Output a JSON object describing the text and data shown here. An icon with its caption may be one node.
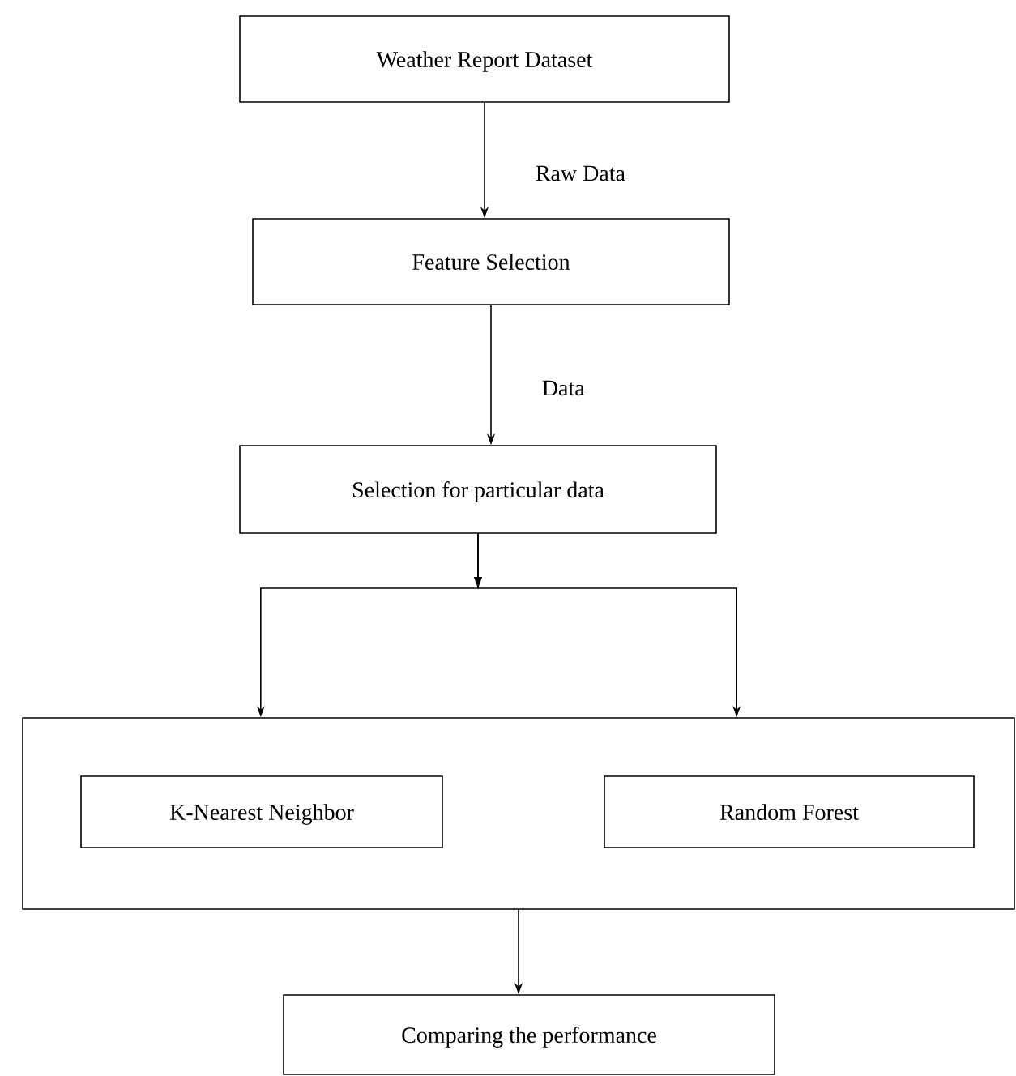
{
  "diagram": {
    "nodes": [
      {
        "text": [
          "Weather Report Dataset"
        ]
      },
      {
        "text": [
          "Feature Selection"
        ]
      },
      {
        "text": [
          "Selection for particular data"
        ]
      },
      {
        "text": [],
        "shape": "box"
      },
      {
        "text": [
          "K-Nearest Neighbor"
        ],
        "in": 3
      },
      {
        "text": [
          "Random Forest"
        ],
        "in": 3
      },
      {
        "text": [
          "Comparing the performance"
        ]
      }
    ],
    "edges": [
      {
        "from": 0,
        "to": 1,
        "arrow": "to",
        "label": "Raw Data"
      },
      {
        "from": 1,
        "to": 2,
        "arrow": "to",
        "label": "Data"
      },
      {
        "from": 2,
        "to": 3,
        "arrow": "to"
      },
      {
        "from": 2,
        "to": 3,
        "arrow": "to"
      },
      {
        "from": 3,
        "to": 6,
        "arrow": "to"
      }
    ]
  }
}
